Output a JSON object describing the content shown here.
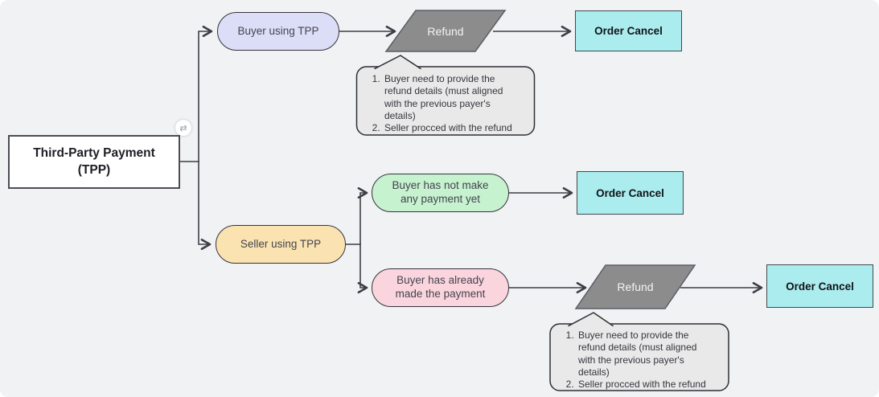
{
  "palette": {
    "canvas_bg": "#f1f2f4",
    "connector": "#3e3e46",
    "shape_stroke": "#33333c",
    "root_fill": "#ffffff",
    "root_stroke": "#4c4c54",
    "buyer_fill": "#dcddf7",
    "seller_fill": "#fbe3b1",
    "green_fill": "#c6f2cf",
    "pink_fill": "#fbd5dd",
    "cancel_fill": "#abecee",
    "cancel_stroke": "#3e4a4e",
    "refund_fill": "#8c8c8c",
    "refund_stroke": "#5d5d66",
    "refund_text": "#f4f4f6",
    "note_fill": "#e9e9ea",
    "note_stroke": "#2f2f35",
    "text_dark": "#44444f"
  },
  "diagram": {
    "root": {
      "label": "Third-Party Payment\n(TPP)"
    },
    "icons": {
      "collapse_toggle": "⇄"
    },
    "branches": {
      "buyer": {
        "label": "Buyer using TPP"
      },
      "seller": {
        "label": "Seller using TPP"
      }
    },
    "buyer_flow": {
      "refund": {
        "label": "Refund"
      },
      "order_cancel": {
        "label": "Order Cancel"
      },
      "note": {
        "items": [
          "Buyer need to provide the refund details (must aligned with the previous payer's details)",
          "Seller procced with the refund"
        ]
      }
    },
    "seller_flow": {
      "no_payment": {
        "label": "Buyer has not make any payment yet"
      },
      "no_payment_order_cancel": {
        "label": "Order Cancel"
      },
      "paid": {
        "label": "Buyer has already made the payment"
      },
      "refund": {
        "label": "Refund"
      },
      "order_cancel": {
        "label": "Order Cancel"
      },
      "note": {
        "items": [
          "Buyer need to provide the refund details (must aligned with the previous payer's details)",
          "Seller procced with the refund"
        ]
      }
    }
  }
}
